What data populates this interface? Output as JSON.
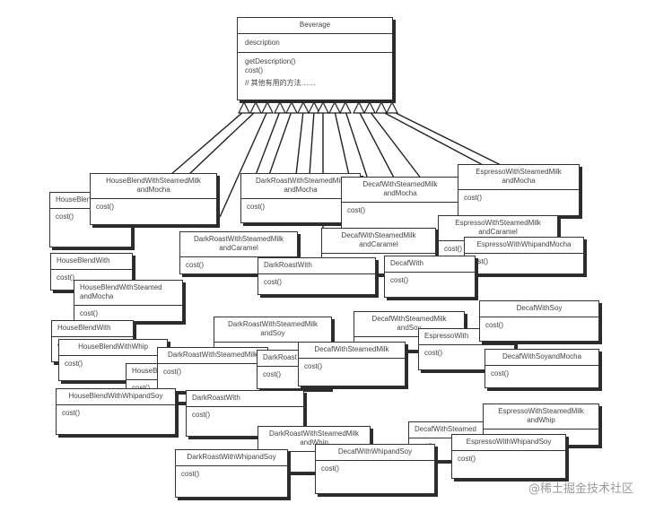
{
  "beverage": {
    "name": "Beverage",
    "attribute": "description",
    "methods": [
      "getDescription()",
      "cost()",
      "// 其他有用的方法……"
    ]
  },
  "classes": [
    {
      "name": "HouseBlend",
      "method": "cost()"
    },
    {
      "name": "HouseBlendWithSteamedMilk\nandMocha",
      "method": "cost()"
    },
    {
      "name": "DarkRoastWithSteamedMilk\nandMocha",
      "method": "cost()"
    },
    {
      "name": "DecafWithSteamedMilk\nandMocha",
      "method": "cost()"
    },
    {
      "name": "EspressoWithSteamedMilk\nandMocha",
      "method": "cost()"
    },
    {
      "name": "EspressoWithSteamedMilk\nandCaramel",
      "method": "cost()"
    },
    {
      "name": "EspressoWithWhipandMocha",
      "method": "cost()"
    },
    {
      "name": "DecafWithSteamedMilk\nandCaramel",
      "method": "cost()"
    },
    {
      "name": "DarkRoastWithSteamedMilk\nandCaramel",
      "method": "cost()"
    },
    {
      "name": "HouseBlendWith",
      "method": "cost()"
    },
    {
      "name": "DarkRoastWith",
      "method": "cost()"
    },
    {
      "name": "DecafWith",
      "method": "cost()"
    },
    {
      "name": "HouseBlendWithSteamed\nandMocha",
      "method": "cost()"
    },
    {
      "name": "DarkRoastWithSteamedMilk\nandSoy",
      "method": "cost()"
    },
    {
      "name": "DecafWithSteamedMilk\nandSoy",
      "method": "cost()"
    },
    {
      "name": "HouseBlendWith",
      "method": "cost()"
    },
    {
      "name": "HouseBlendWithWhip",
      "method": "cost()"
    },
    {
      "name": "HouseBlend",
      "method": "cost()"
    },
    {
      "name": "DarkRoastWithSteamedMilk",
      "method": "cost()"
    },
    {
      "name": "DarkRoast",
      "method": "cost()"
    },
    {
      "name": "DecafWithSteamedMilk",
      "method": "cost()"
    },
    {
      "name": "EspressoWith",
      "method": "cost()"
    },
    {
      "name": "DecafWithSoy",
      "method": "cost()"
    },
    {
      "name": "DecafWithSoyandMocha",
      "method": "cost()"
    },
    {
      "name": "HouseBlendWithWhipandSoy",
      "method": "cost()"
    },
    {
      "name": "DarkRoastWith",
      "method": "cost()"
    },
    {
      "name": "DarkRoastWithSteamedMilk\nandWhip",
      "method": "cost()"
    },
    {
      "name": "DecafWithSteamed",
      "method": "cost()"
    },
    {
      "name": "EspressoWithSteamedMilk\nandWhip",
      "method": "cost()"
    },
    {
      "name": "EspressoWithWhipandSoy",
      "method": "cost()"
    },
    {
      "name": "DarkRoastWithWhipandSoy",
      "method": "cost()"
    },
    {
      "name": "DecafWithWhipandSoy",
      "method": "cost()"
    }
  ],
  "watermark": "@稀土掘金技术社区"
}
